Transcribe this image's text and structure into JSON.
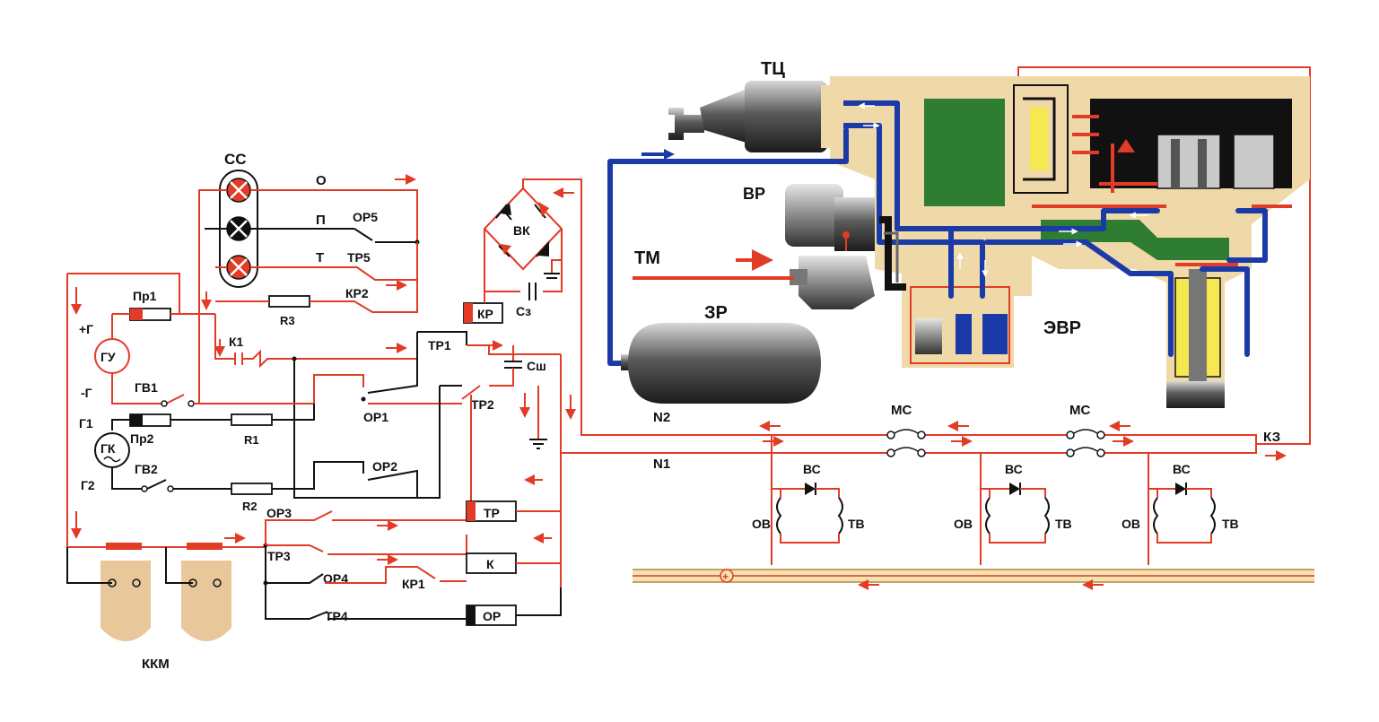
{
  "colors": {
    "wire_red": "#e23b26",
    "wire_black": "#111111",
    "pipe_blue": "#1a3aa8",
    "body_tan": "#f0d9a8",
    "chamber_green": "#2e7d32",
    "plug_tan": "#e8c89a",
    "rail_tan": "#f4e2b0"
  },
  "signal": {
    "title": "СС",
    "lamp_o": "О",
    "lamp_p": "П",
    "lamp_t": "Т"
  },
  "labels": {
    "op5": "ОР5",
    "tr5": "ТР5",
    "kr2": "КР2",
    "r3": "R3",
    "pr1": "Пр1",
    "plus_g": "+Г",
    "minus_g": "-Г",
    "gu": "ГУ",
    "k1": "К1",
    "gv1": "ГВ1",
    "g1": "Г1",
    "pr2": "Пр2",
    "gk": "ГК",
    "gv2": "ГВ2",
    "g2": "Г2",
    "r1": "R1",
    "r2": "R2",
    "op1": "ОР1",
    "op2": "ОР2",
    "op3": "ОР3",
    "tr3": "ТР3",
    "op4": "ОР4",
    "tr4": "ТР4",
    "kr1": "КР1",
    "tr1": "ТР1",
    "tr2": "ТР2",
    "csh": "Сш",
    "vk": "ВК",
    "kr": "КР",
    "cz": "Сз",
    "tr_relay": "ТР",
    "k_relay": "К",
    "or_relay": "ОР",
    "kkm": "ККМ",
    "n2": "N2",
    "n1": "N1",
    "ms1": "МС",
    "ms2": "МС",
    "kz": "КЗ",
    "vs1": "ВС",
    "ov1": "ОВ",
    "tv1": "ТВ",
    "vs2": "ВС",
    "ov2": "ОВ",
    "tv2": "ТВ",
    "vs3": "ВС",
    "ov3": "ОВ",
    "tv3": "ТВ",
    "plus_rail": "+",
    "tc": "ТЦ",
    "vr": "ВР",
    "tm": "ТМ",
    "zr": "ЗР",
    "evr": "ЭВР"
  }
}
